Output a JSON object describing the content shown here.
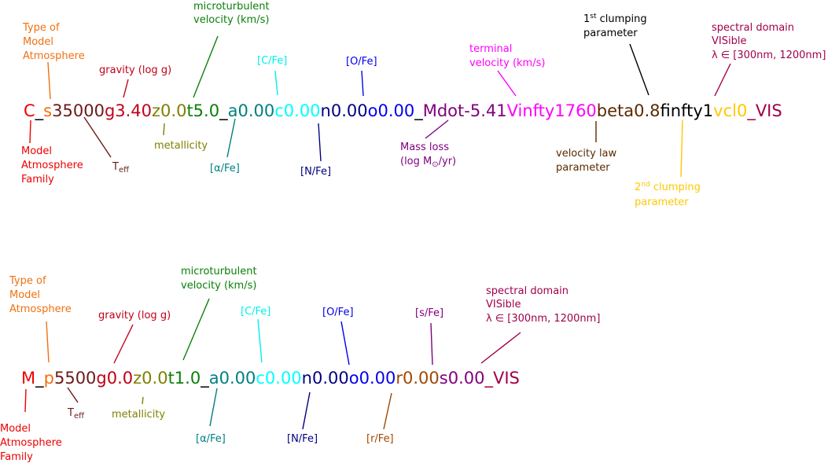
{
  "colors": {
    "family": "#ee0000",
    "type": "#f07010",
    "teff": "#6b1a1a",
    "gravity": "#c00018",
    "metallicity": "#808000",
    "microturb": "#0a800a",
    "underscore": "#000000",
    "alpha": "#008080",
    "carbon": "#00ffff",
    "nitrogen": "#000080",
    "oxygen": "#0000ee",
    "massloss": "#800080",
    "vinfty": "#ff00ff",
    "beta": "#5a2a00",
    "finfty": "#000000",
    "vcl": "#ffc800",
    "vis": "#a0004a",
    "rfe": "#a04800",
    "sfe": "#800080"
  },
  "diagrams": [
    {
      "name": "wind-model-code",
      "segments": [
        {
          "text": "C",
          "key": "family"
        },
        {
          "text": "_",
          "key": "underscore"
        },
        {
          "text": "s",
          "key": "type"
        },
        {
          "text": "35000",
          "key": "teff"
        },
        {
          "text": "g3.40",
          "key": "gravity"
        },
        {
          "text": "z0.0",
          "key": "metallicity"
        },
        {
          "text": "t5.0",
          "key": "microturb"
        },
        {
          "text": "_",
          "key": "underscore"
        },
        {
          "text": "a0.00",
          "key": "alpha"
        },
        {
          "text": "c0.00",
          "key": "carbon"
        },
        {
          "text": "n0.00",
          "key": "nitrogen"
        },
        {
          "text": "o0.00",
          "key": "oxygen"
        },
        {
          "text": "_",
          "key": "underscore"
        },
        {
          "text": "Mdot-5.41",
          "key": "massloss"
        },
        {
          "text": "Vinfty1760",
          "key": "vinfty"
        },
        {
          "text": "beta0.8",
          "key": "beta"
        },
        {
          "text": "finfty1",
          "key": "finfty"
        },
        {
          "text": "vcl0",
          "key": "vcl"
        },
        {
          "text": "_VIS",
          "key": "vis"
        }
      ],
      "labels": {
        "type_of_model": [
          "Type of",
          "Model",
          "Atmosphere"
        ],
        "family": [
          "Model",
          "Atmosphere",
          "Family"
        ],
        "gravity": "gravity (log g)",
        "teff_main": "T",
        "teff_sub": "eff",
        "microturb": [
          "microturbulent",
          "velocity (km/s)"
        ],
        "metallicity": "metallicity",
        "alpha": "[α/Fe]",
        "carbon": "[C/Fe]",
        "nitrogen": "[N/Fe]",
        "oxygen": "[O/Fe]",
        "massloss_1": "Mass loss",
        "massloss_2a": "(log M",
        "massloss_2sun": "⊙",
        "massloss_2b": "/yr)",
        "terminal": [
          "terminal",
          "velocity (km/s)"
        ],
        "velocity_law": [
          "velocity law",
          "parameter"
        ],
        "clump1_num": "1",
        "clump1_sup": "st",
        "clump1_rest": " clumping",
        "clump1_line2": "parameter",
        "clump2_num": "2",
        "clump2_sup": "nd",
        "clump2_rest": " clumping",
        "clump2_line2": "parameter",
        "spectral": [
          "spectral domain",
          "VISible",
          "λ ∈ [300nm, 1200nm]"
        ]
      }
    },
    {
      "name": "static-model-code",
      "segments": [
        {
          "text": "M",
          "key": "family"
        },
        {
          "text": "_",
          "key": "underscore"
        },
        {
          "text": "p",
          "key": "type"
        },
        {
          "text": "5500",
          "key": "teff"
        },
        {
          "text": "g0.0",
          "key": "gravity"
        },
        {
          "text": "z0.0",
          "key": "metallicity"
        },
        {
          "text": "t1.0",
          "key": "microturb"
        },
        {
          "text": "_",
          "key": "underscore"
        },
        {
          "text": "a0.00",
          "key": "alpha"
        },
        {
          "text": "c0.00",
          "key": "carbon"
        },
        {
          "text": "n0.00",
          "key": "nitrogen"
        },
        {
          "text": "o0.00",
          "key": "oxygen"
        },
        {
          "text": "r0.00",
          "key": "rfe"
        },
        {
          "text": "s0.00",
          "key": "sfe"
        },
        {
          "text": "_VIS",
          "key": "vis"
        }
      ],
      "labels": {
        "type_of_model": [
          "Type of",
          "Model",
          "Atmosphere"
        ],
        "family": [
          "Model",
          "Atmosphere",
          "Family"
        ],
        "gravity": "gravity (log g)",
        "teff_main": "T",
        "teff_sub": "eff",
        "microturb": [
          "microturbulent",
          "velocity (km/s)"
        ],
        "metallicity": "metallicity",
        "alpha": "[α/Fe]",
        "carbon": "[C/Fe]",
        "nitrogen": "[N/Fe]",
        "oxygen": "[O/Fe]",
        "rfe": "[r/Fe]",
        "sfe": "[s/Fe]",
        "spectral": [
          "spectral domain",
          "VISible",
          "λ ∈ [300nm, 1200nm]"
        ]
      }
    }
  ]
}
